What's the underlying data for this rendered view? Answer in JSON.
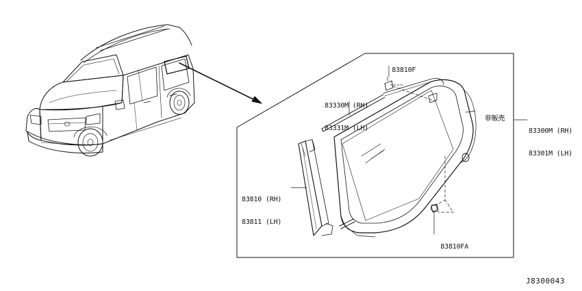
{
  "diagram": {
    "id": "J8300043",
    "parts": {
      "clip_top": {
        "number": "83810F"
      },
      "moulding": {
        "rh": "83330M (RH)",
        "lh": "83331M (LH)"
      },
      "not_for_sale": {
        "text": "非販売"
      },
      "glass_assembly": {
        "rh": "83300M (RH)",
        "lh": "83301M (LH)"
      },
      "weatherstrip": {
        "rh": "83810 (RH)",
        "lh": "83811 (LH)"
      },
      "clip_bottom": {
        "number": "83810FA"
      }
    }
  }
}
